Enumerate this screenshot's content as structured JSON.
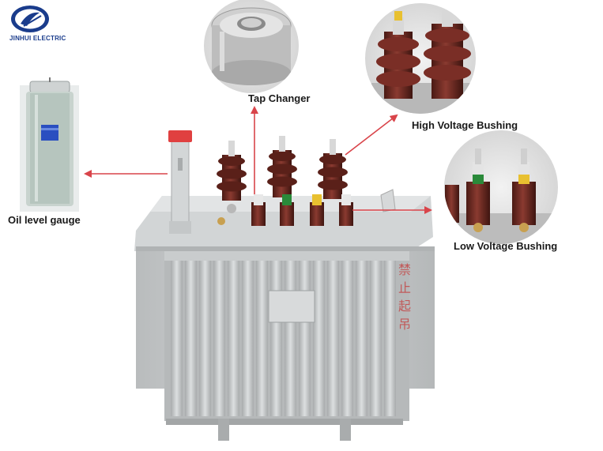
{
  "logo": {
    "brand_text": "JINHUI ELECTRIC"
  },
  "labels": {
    "tap_changer": "Tap Changer",
    "high_voltage_bushing": "High Voltage Bushing",
    "oil_level_gauge": "Oil level gauge",
    "low_voltage_bushing": "Low Voltage Bushing"
  },
  "tank_marking": "禁止起吊",
  "colors": {
    "arrow": "#d9444a",
    "tank": "#c9cccd",
    "porcelain": "#6a2a22",
    "label_text": "#1a1a1a",
    "logo_blue": "#1a3c8c"
  },
  "icons": [
    "logo-icon",
    "arrow-icon"
  ]
}
